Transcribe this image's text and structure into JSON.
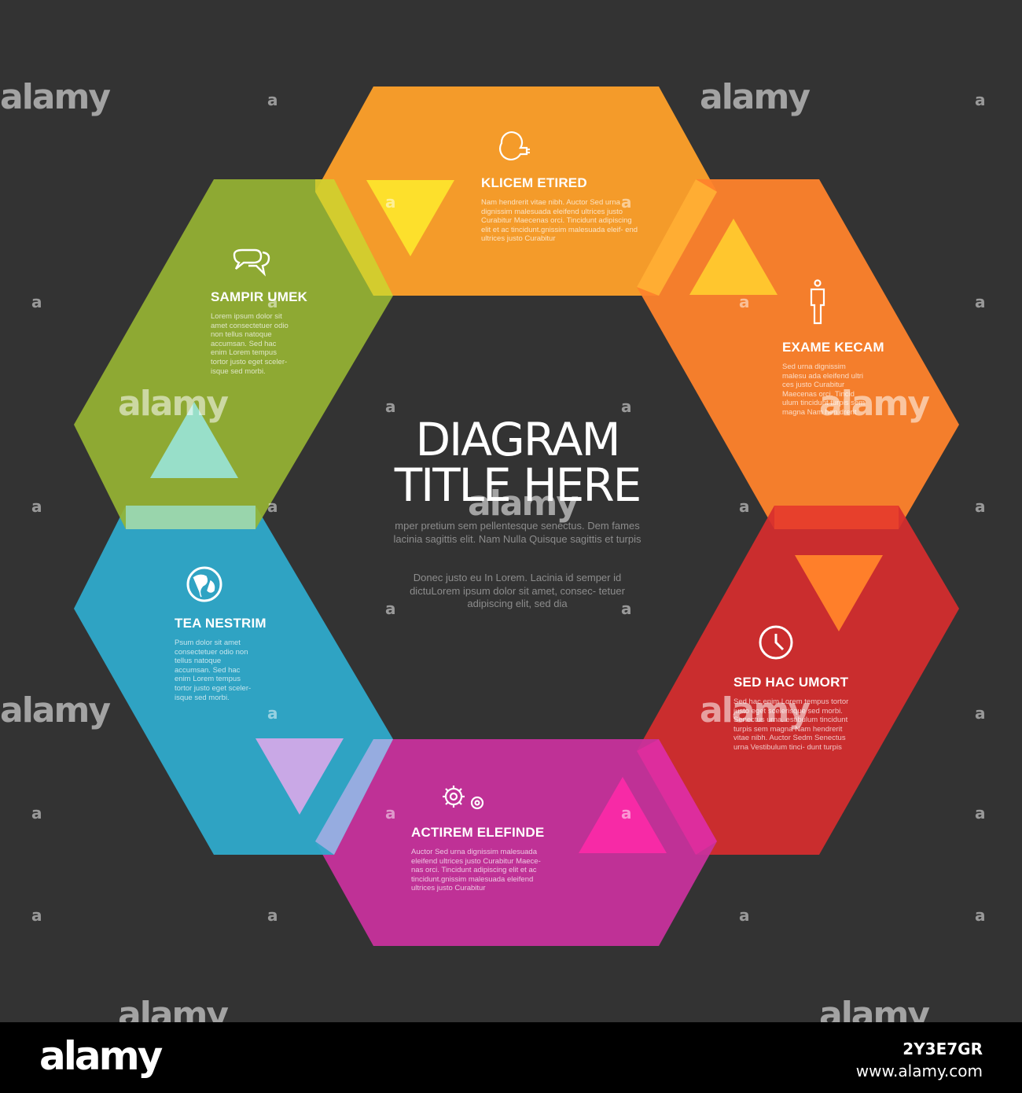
{
  "center": {
    "title_line1": "DIAGRAM",
    "title_line2": "TITLE HERE",
    "paragraph1": "mper pretium sem pellentesque senectus. Dem fames lacinia sagittis elit. Nam Nulla Quisque sagittis et turpis",
    "paragraph2": "Donec justo eu In Lorem. Lacinia id semper id dictuLorem ipsum dolor sit amet, consec- tetuer adipiscing elit, sed dia"
  },
  "segments": [
    {
      "id": "top",
      "icon": "lightbulb-icon",
      "title": "KLICEM ETIRED",
      "body": "Nam hendrerit vitae nibh. Auctor Sed urna dignissim malesuada eleifend ultrices justo Curabitur Maecenas orci. Tincidunt adipiscing elit et ac tincidunt.gnissim malesuada eleif- end ultrices justo Curabitur",
      "color": "#FFA12A",
      "triangle_color": "#FDE02C"
    },
    {
      "id": "upper-right",
      "icon": "person-icon",
      "title": "EXAME KECAM",
      "body": "Sed urna dignissim malesu ada eleifend ultri ces justo Curabitur Maecenas orci. Tincid ulum tincidunt turpis sem magna Nam hen drerit",
      "color": "#FF832C",
      "triangle_color": "#FFC62E"
    },
    {
      "id": "lower-right",
      "icon": "clock-icon",
      "title": "SED HAC UMORT",
      "body": "Sed hac enim Lorem tempus tortor justo eget scelerisque sed morbi. Senectus urna. estibulum tincidunt turpis sem magna Nam hendrerit vitae nibh. Auctor Sedm Senectus urna Vestibulum tinci- dunt turpis",
      "color": "#D72D2E",
      "triangle_color": "#FF7F2A"
    },
    {
      "id": "bottom",
      "icon": "gears-icon",
      "title": "ACTIREM ELEFINDE",
      "body": "Auctor Sed urna dignissim malesuada eleifend ultrices justo Curabitur Maece- nas orci. Tincidunt adipiscing elit et ac tincidunt.gnissim malesuada eleifend ultrices justo Curabitur",
      "color": "#C7319C",
      "triangle_color": "#F72AA6"
    },
    {
      "id": "lower-left",
      "icon": "globe-icon",
      "title": "TEA NESTRIM",
      "body": "Psum dolor sit amet consectetuer odio non tellus natoque accumsan. Sed hac enim Lorem tempus tortor justo eget sceler- isque sed morbi.",
      "color": "#2FAACB",
      "triangle_color": "#C9A8E6"
    },
    {
      "id": "upper-left",
      "icon": "speech-bubbles-icon",
      "title": "SAMPIR UMEK",
      "body": "Lorem ipsum dolor sit amet consectetuer odio non tellus natoque accumsan. Sed hac enim Lorem tempus tortor justo eget sceler- isque sed morbi.",
      "color": "#98B633",
      "triangle_color": "#98DFC9"
    }
  ],
  "watermark": {
    "text": "alamy",
    "letter": "a"
  },
  "footer": {
    "logo": "alamy",
    "image_id": "2Y3E7GR",
    "url": "www.alamy.com"
  }
}
